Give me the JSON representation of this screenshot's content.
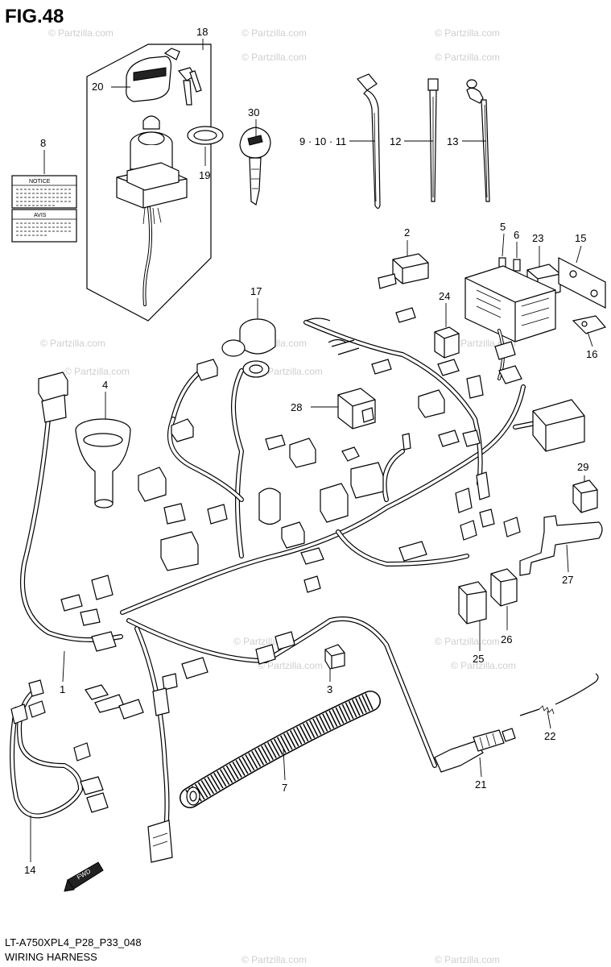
{
  "figure": {
    "title": "FIG.48",
    "model_code": "LT-A750XPL4_P28_P33_048",
    "caption": "WIRING HARNESS"
  },
  "watermark": {
    "text": "© Partzilla.com",
    "color": "#cfcfcf"
  },
  "labels": {
    "notice": "NOTICE",
    "avis": "AVIS",
    "fwd": "FWD"
  },
  "callouts": {
    "c1": "1",
    "c2": "2",
    "c3": "3",
    "c4": "4",
    "c5": "5",
    "c6": "6",
    "c7": "7",
    "c8": "8",
    "c9_10_11": "9 · 10 · 11",
    "c12": "12",
    "c13": "13",
    "c14": "14",
    "c15": "15",
    "c16": "16",
    "c17": "17",
    "c18": "18",
    "c19": "19",
    "c20": "20",
    "c21": "21",
    "c22": "22",
    "c23": "23",
    "c24": "24",
    "c25": "25",
    "c26": "26",
    "c27": "27",
    "c28": "28",
    "c29": "29",
    "c30": "30"
  }
}
